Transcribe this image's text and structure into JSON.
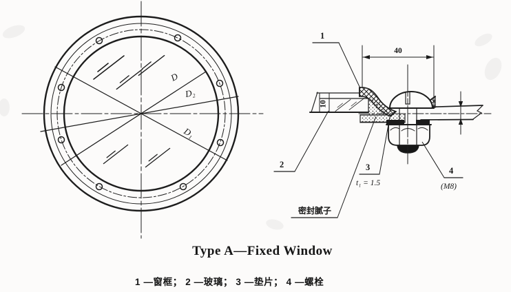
{
  "figure": {
    "caption": "Type A—Fixed Window",
    "legend": "1 —窗框； 2 —玻璃； 3 —垫片； 4 —螺栓"
  },
  "front_view": {
    "labels": {
      "d": "D",
      "d2": "D₂",
      "d1": "D₁"
    }
  },
  "section_view": {
    "callouts": {
      "c1": "1",
      "c2": "2",
      "c3": "3",
      "c4": "4"
    },
    "dimensions": {
      "flange_width": "40",
      "glass_thickness": "10",
      "gasket_thickness": "t₁ = 1.5",
      "bolt_thread": "(M8)"
    },
    "annotations": {
      "sealing_putty": "密封腻子"
    }
  },
  "colors": {
    "ink": "#1d1d1d",
    "paper": "#fcfbfa"
  }
}
